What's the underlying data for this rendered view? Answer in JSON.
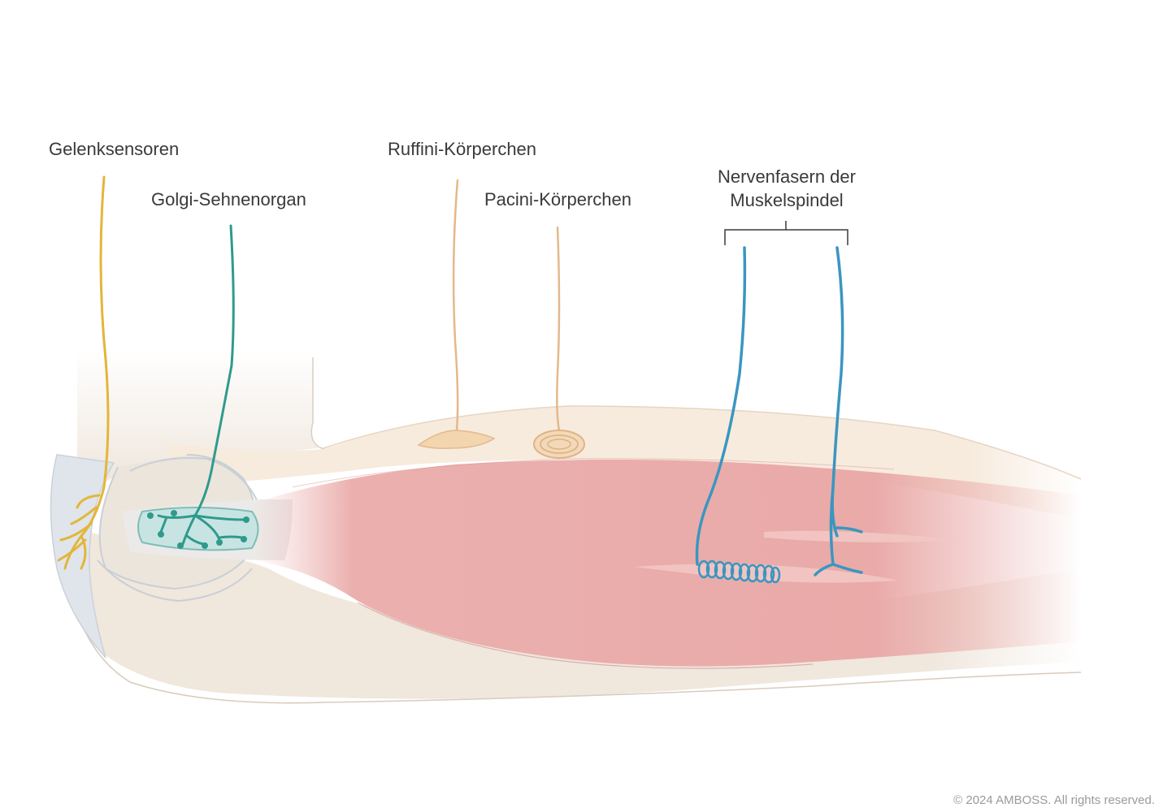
{
  "labels": {
    "gelenksensoren": "Gelenksensoren",
    "golgi": "Golgi-Sehnenorgan",
    "ruffini": "Ruffini-Körperchen",
    "pacini": "Pacini-Körperchen",
    "spindel_line1": "Nervenfasern der",
    "spindel_line2": "Muskelspindel"
  },
  "copyright": "© 2024 AMBOSS. All rights reserved.",
  "colors": {
    "skin": "#f6e7d6",
    "bone": "#e8dfd4",
    "muscle": "#e9a9a8",
    "capsule": "#c7e2e3",
    "joint_nerve": "#e3b53a",
    "golgi_nerve": "#2f9a8c",
    "cutaneous_nerve": "#e4b88a",
    "spindle_nerve": "#3a96c0"
  }
}
